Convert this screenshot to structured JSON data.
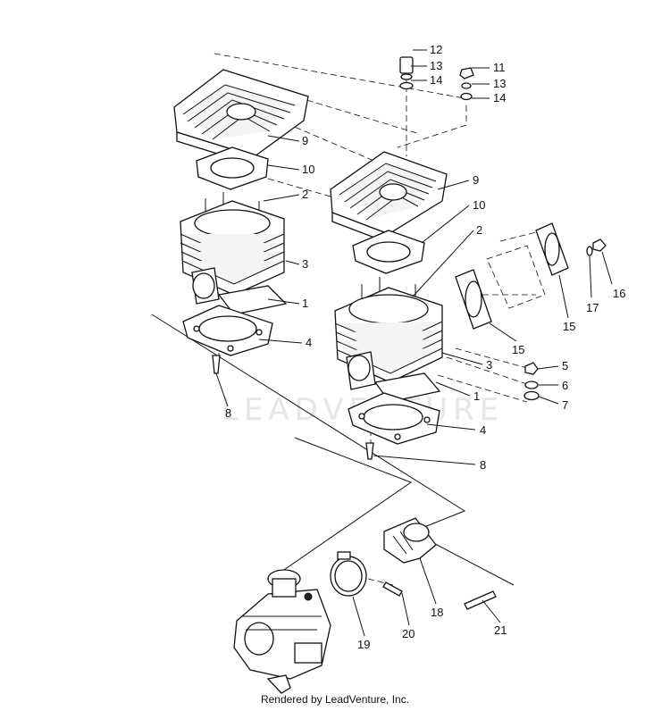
{
  "watermark": "LEADVENTURE",
  "footer": "Rendered by LeadVenture, Inc.",
  "callouts": [
    "12",
    "13",
    "14",
    "11",
    "13",
    "14",
    "9",
    "10",
    "2",
    "3",
    "1",
    "4",
    "8",
    "9",
    "10",
    "2",
    "16",
    "17",
    "15",
    "15",
    "3",
    "1",
    "4",
    "8",
    "5",
    "6",
    "7",
    "18",
    "20",
    "19",
    "21"
  ]
}
